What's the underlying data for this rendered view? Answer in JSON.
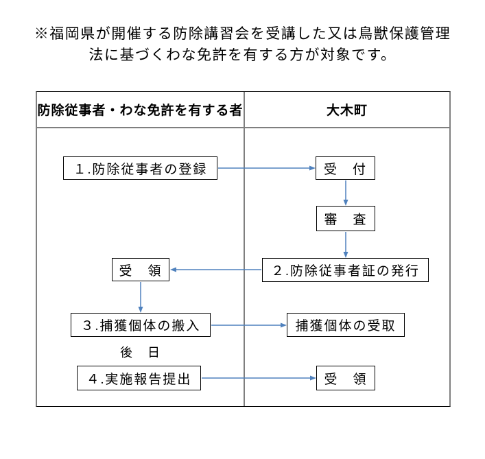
{
  "note": {
    "line1": "※福岡県が開催する防除講習会を受講した又は鳥獣保護管理",
    "line2": "法に基づくわな免許を有する方が対象です。"
  },
  "table": {
    "header_left": "防除従事者・わな免許を有する者",
    "header_right": "大木町"
  },
  "flow": {
    "step1_register": "１.防除従事者の登録",
    "reception": "受　付",
    "review": "審　査",
    "receive_certificate": "受　領",
    "step2_issue_certificate": "２.防除従事者証の発行",
    "step3_carry_in": "３.捕獲個体の搬入",
    "receive_captured": "捕獲個体の受取",
    "later_date": "後　日",
    "step4_report": "４.実施報告提出",
    "receive_report": "受　領"
  },
  "colors": {
    "arrow": "#4f81bd",
    "table_border_gray": "#7f7f7f",
    "table_edge_black": "#000000",
    "box_border": "#000000",
    "text": "#000000",
    "background": "#ffffff"
  }
}
